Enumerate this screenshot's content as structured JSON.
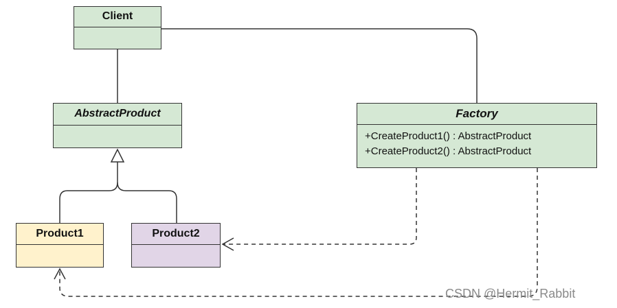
{
  "diagram": {
    "classes": {
      "client": {
        "name": "Client"
      },
      "abstract_product": {
        "name": "AbstractProduct"
      },
      "factory": {
        "name": "Factory",
        "operations": [
          "+CreateProduct1() : AbstractProduct",
          "+CreateProduct2() : AbstractProduct"
        ]
      },
      "product1": {
        "name": "Product1"
      },
      "product2": {
        "name": "Product2"
      }
    },
    "colors": {
      "class_fill": "#d5e8d4",
      "product1_fill": "#fff2cc",
      "product2_fill": "#e1d5e7",
      "stroke": "#333333"
    }
  },
  "watermark": "CSDN @Hermit_Rabbit"
}
